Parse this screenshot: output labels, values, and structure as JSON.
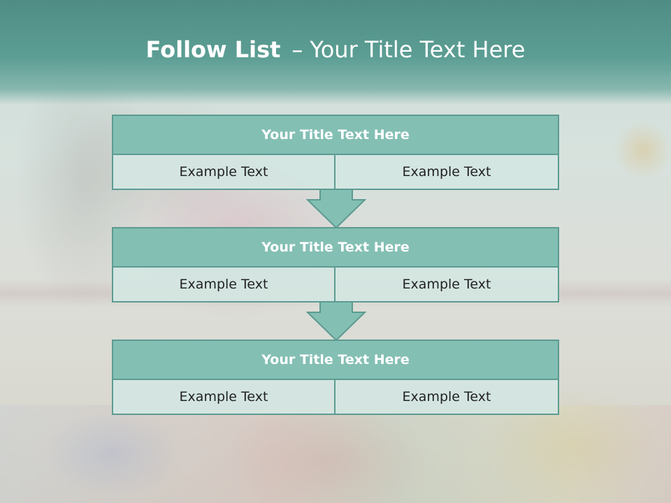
{
  "slide": {
    "title_bold": "Follow List",
    "title_dash": "–",
    "title_rest": "Your Title Text Here"
  },
  "blocks": [
    {
      "title": "Your Title Text Here",
      "cells": [
        "Example Text",
        "Example Text"
      ]
    },
    {
      "title": "Your Title Text Here",
      "cells": [
        "Example Text",
        "Example Text"
      ]
    },
    {
      "title": "Your Title Text Here",
      "cells": [
        "Example Text",
        "Example Text"
      ]
    }
  ],
  "colors": {
    "header": "#5c9e94",
    "block_title_fill": "#84bfb4",
    "block_border": "#5c9b91",
    "cell_fill": "#d4e6e2",
    "arrow_fill": "#84bfb4"
  },
  "background_image": "photo of child playing with colorful toy building blocks"
}
